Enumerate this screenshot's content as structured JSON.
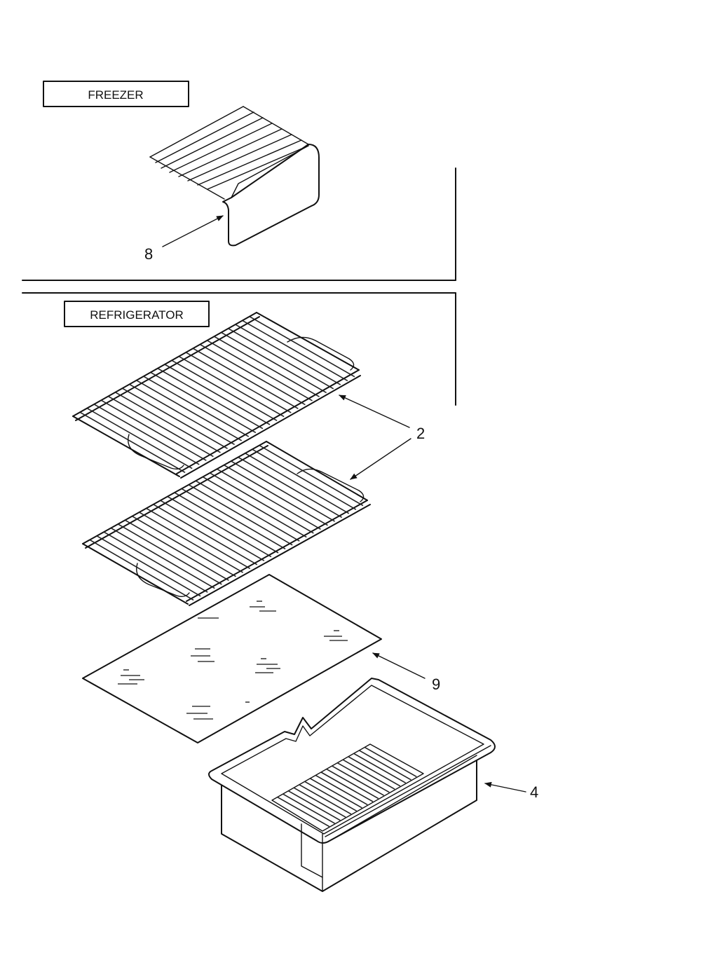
{
  "sections": {
    "freezer": "FREEZER",
    "refrigerator": "REFRIGERATOR"
  },
  "callouts": {
    "freezer_shelf": "8",
    "wire_shelf": "2",
    "glass_cover": "9",
    "crisper_drawer": "4"
  }
}
